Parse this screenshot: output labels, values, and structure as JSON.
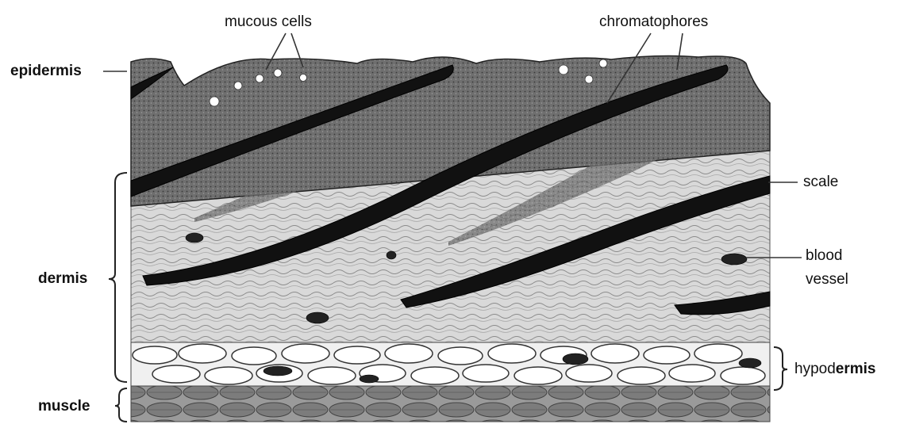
{
  "labels": {
    "mucous_cells": "mucous cells",
    "chromatophores": "chromatophores",
    "epidermis": "epidermis",
    "scale": "scale",
    "blood": "blood",
    "vessel": "vessel",
    "dermis": "dermis",
    "hypodermis_a": "hypod",
    "hypodermis_b": "ermis",
    "muscle": "muscle"
  }
}
